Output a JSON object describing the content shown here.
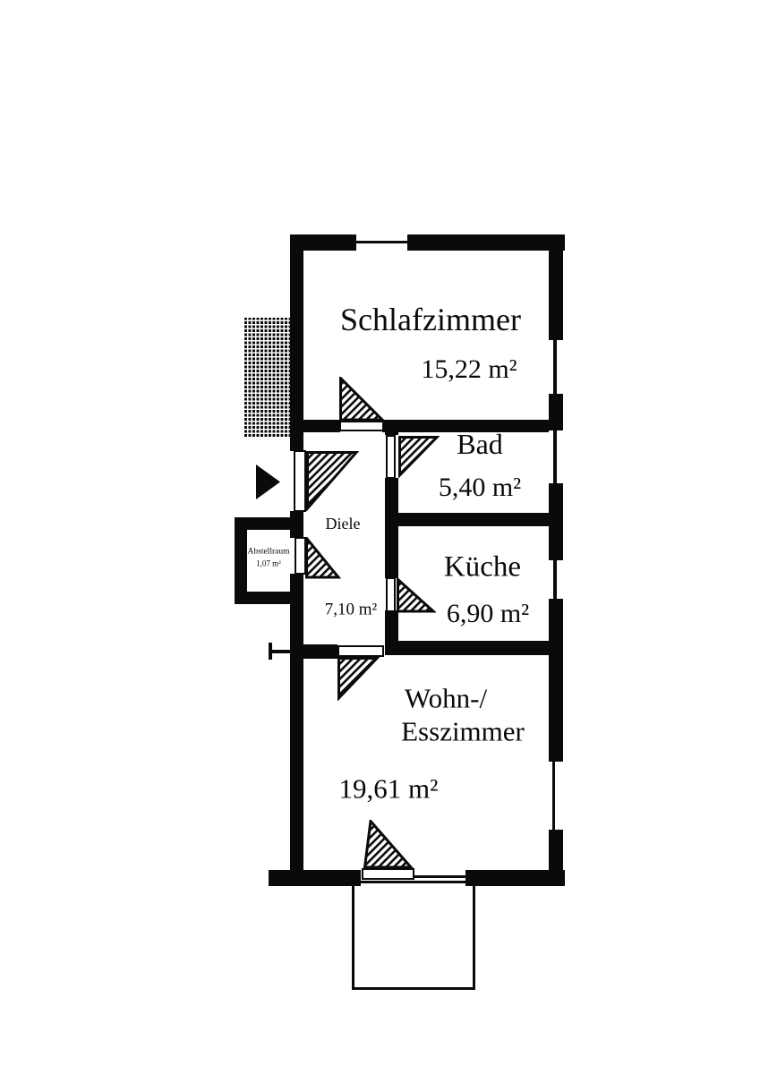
{
  "page": {
    "type": "floor-plan-scan",
    "paper_color": "#ffffff",
    "ink_color": "#0a0a0a"
  },
  "rooms": {
    "schlafzimmer": {
      "label": "Schlafzimmer",
      "area": "15,22 m²"
    },
    "bad": {
      "label": "Bad",
      "area": "5,40 m²"
    },
    "kueche": {
      "label": "Küche",
      "area": "6,90 m²"
    },
    "diele": {
      "label": "Diele",
      "area": "7,10 m²"
    },
    "abstellraum": {
      "label": "Abstellraum",
      "area": "1,07 m²"
    },
    "wohn_esszimmer": {
      "label_line1": "Wohn-/",
      "label_line2": "Esszimmer",
      "area": "19,61 m²"
    }
  },
  "icons": {
    "entrance_arrow": "right-pointing-triangle",
    "door_swing": "hatched-quarter-swing",
    "terrace_hatch": "grid-hatch-rectangle"
  }
}
